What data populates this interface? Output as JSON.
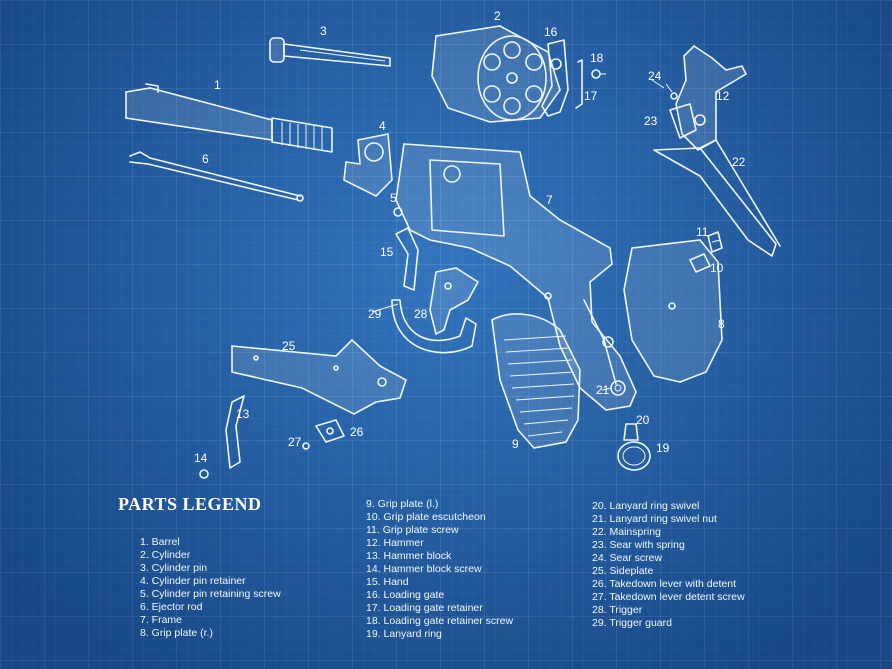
{
  "legend": {
    "title": "PARTS LEGEND",
    "columns": [
      [
        "1. Barrel",
        "2. Cylinder",
        "3. Cylinder pin",
        "4. Cylinder pin retainer",
        "5. Cylinder pin retaining screw",
        "6. Ejector rod",
        "7. Frame",
        "8. Grip plate (r.)"
      ],
      [
        "9. Grip plate (l.)",
        "10. Grip plate escutcheon",
        "11. Grip plate screw",
        "12. Hammer",
        "13. Hammer block",
        "14. Hammer block screw",
        "15. Hand",
        "16. Loading gate",
        "17. Loading gate retainer",
        "18. Loading gate retainer screw",
        "19. Lanyard ring"
      ],
      [
        "20. Lanyard ring swivel",
        "21. Lanyard ring swivel nut",
        "22. Mainspring",
        "23. Sear with spring",
        "24. Sear screw",
        "25. Sideplate",
        "26. Takedown lever with detent",
        "27. Takedown lever detent screw",
        "28. Trigger",
        "29. Trigger guard"
      ]
    ]
  },
  "callouts": [
    {
      "id": "1",
      "text": "1"
    },
    {
      "id": "2",
      "text": "2"
    },
    {
      "id": "3",
      "text": "3"
    },
    {
      "id": "4",
      "text": "4"
    },
    {
      "id": "5",
      "text": "5"
    },
    {
      "id": "6",
      "text": "6"
    },
    {
      "id": "7",
      "text": "7"
    },
    {
      "id": "8",
      "text": "8"
    },
    {
      "id": "9",
      "text": "9"
    },
    {
      "id": "10",
      "text": "10"
    },
    {
      "id": "11",
      "text": "11"
    },
    {
      "id": "12",
      "text": "12"
    },
    {
      "id": "13",
      "text": "13"
    },
    {
      "id": "14",
      "text": "14"
    },
    {
      "id": "15",
      "text": "15"
    },
    {
      "id": "16",
      "text": "16"
    },
    {
      "id": "17",
      "text": "17"
    },
    {
      "id": "18",
      "text": "18"
    },
    {
      "id": "19",
      "text": "19"
    },
    {
      "id": "20",
      "text": "20"
    },
    {
      "id": "21",
      "text": "21"
    },
    {
      "id": "22",
      "text": "22"
    },
    {
      "id": "23",
      "text": "23"
    },
    {
      "id": "24",
      "text": "24"
    },
    {
      "id": "25",
      "text": "25"
    },
    {
      "id": "26",
      "text": "26"
    },
    {
      "id": "27",
      "text": "27"
    },
    {
      "id": "28",
      "text": "28"
    },
    {
      "id": "29",
      "text": "29"
    }
  ],
  "colors": {
    "background": "#2363ad",
    "line": "#eef6ff",
    "text": "#ffffff"
  }
}
